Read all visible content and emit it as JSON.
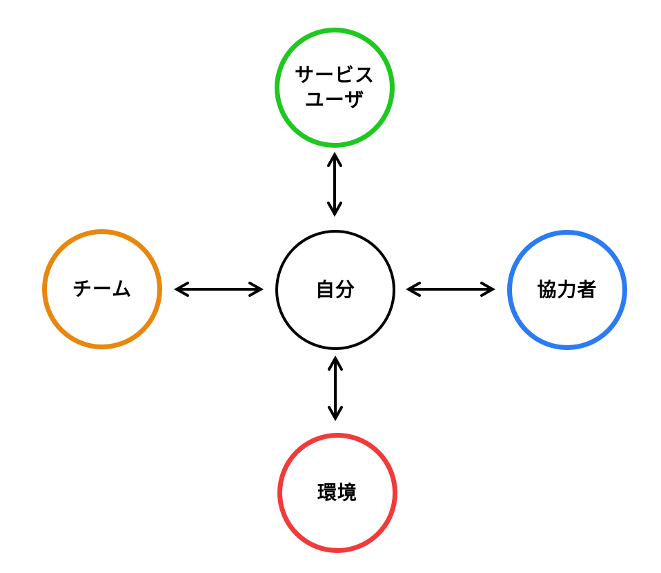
{
  "diagram": {
    "background_color": "#ffffff",
    "arrow_color": "#000000",
    "text_color": "#000000",
    "nodes": {
      "service_user": {
        "label": "サービス\nユーザ",
        "color": "#1fc81f",
        "position": "top"
      },
      "team": {
        "label": "チーム",
        "color": "#e8870e",
        "position": "left"
      },
      "self": {
        "label": "自分",
        "color": "#000000",
        "position": "center"
      },
      "collaborator": {
        "label": "協力者",
        "color": "#2b7bf3",
        "position": "right"
      },
      "environment": {
        "label": "環境",
        "color": "#f23a3a",
        "position": "bottom"
      }
    },
    "connections": [
      {
        "from": "self",
        "to": "service_user",
        "style": "double-headed-arrow"
      },
      {
        "from": "self",
        "to": "team",
        "style": "double-headed-arrow"
      },
      {
        "from": "self",
        "to": "collaborator",
        "style": "double-headed-arrow"
      },
      {
        "from": "self",
        "to": "environment",
        "style": "double-headed-arrow"
      }
    ]
  }
}
